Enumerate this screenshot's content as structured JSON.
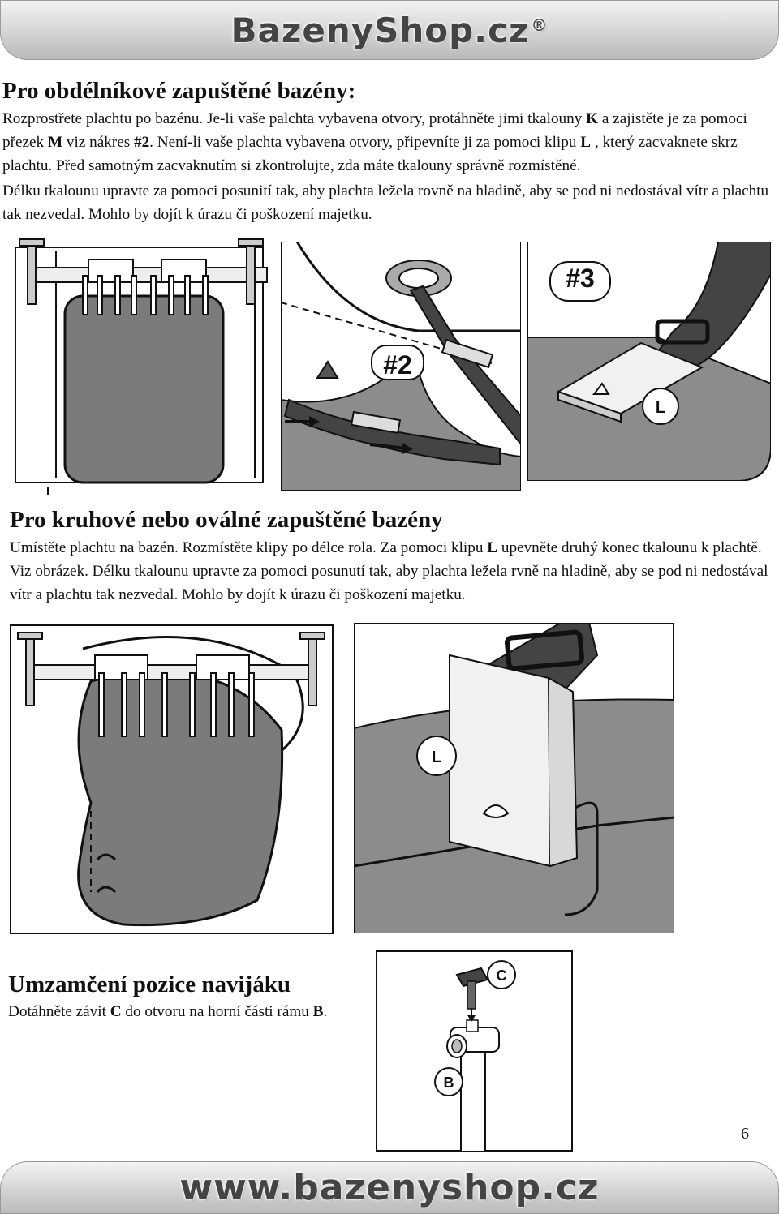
{
  "brand": {
    "name": "BazenyShop.cz",
    "registered": "®",
    "website": "www.bazenyshop.cz"
  },
  "section_rect": {
    "heading": "Pro obdélníkové zapuštěné bazény:",
    "p1": [
      {
        "t": "Rozprostřete plachtu po bazénu. Je-li vaše palchta vybavena otvory, protáhněte jimi tkalouny "
      },
      {
        "t": "K",
        "b": true
      },
      {
        "t": " a zajistěte je za pomoci přezek "
      },
      {
        "t": "M",
        "b": true
      },
      {
        "t": " viz nákres "
      },
      {
        "t": "#2",
        "b": true
      },
      {
        "t": ". Není-li vaše plachta vybavena otvory, připevníte ji za pomoci klipu "
      },
      {
        "t": "L",
        "b": true
      },
      {
        "t": " , který zacvaknete skrz plachtu. Před samotným zacvaknutím si zkontrolujte, zda máte tkalouny správně rozmístěné."
      }
    ],
    "p2": "Délku tkalounu upravte za pomoci posunití tak, aby plachta ležela rovně na hladině, aby se pod ni nedostával vítr a plachtu tak nezvedal. Mohlo by dojít k úrazu či poškození majetku."
  },
  "figure_labels": {
    "fig2": "#2",
    "fig3": "#3",
    "clip": "L",
    "screw": "C",
    "frame": "B"
  },
  "section_round": {
    "heading": "Pro kruhové nebo oválné zapuštěné bazény",
    "p1": [
      {
        "t": "Umístěte plachtu na bazén. Rozmístěte klipy po délce rola. Za pomoci klipu "
      },
      {
        "t": "L",
        "b": true
      },
      {
        "t": " upevněte druhý konec tkalounu k plachtě. Viz obrázek. Délku tkalounu upravte za pomoci posunutí tak, aby plachta ležela rvně na hladině, aby se pod ni nedostával vítr a plachtu  tak nezvedal. Mohlo by dojít k úrazu či poškození majetku."
      }
    ]
  },
  "section_lock": {
    "heading": "Umzamčení pozice navijáku",
    "p1": [
      {
        "t": "Dotáhněte závit "
      },
      {
        "t": "C",
        "b": true
      },
      {
        "t": " do otvoru na horní části rámu "
      },
      {
        "t": "B",
        "b": true
      },
      {
        "t": "."
      }
    ]
  },
  "page_number": "6"
}
